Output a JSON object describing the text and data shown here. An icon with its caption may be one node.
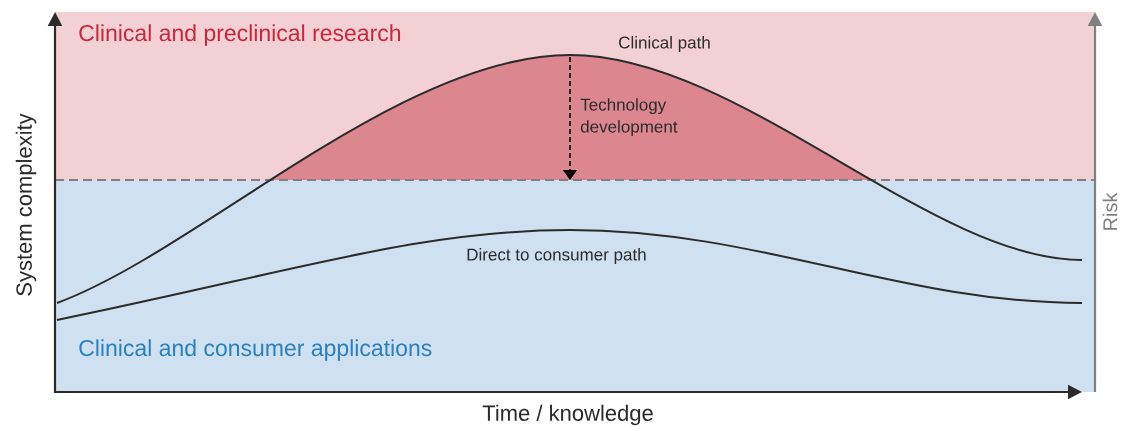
{
  "diagram": {
    "labels": [
      "Clinical and preclinical research",
      "Clinical path",
      "Technology development",
      "Direct to consumer path",
      "Clinical and consumer applications",
      "System complexity",
      "Risk",
      "Time / knowledge"
    ]
  }
}
